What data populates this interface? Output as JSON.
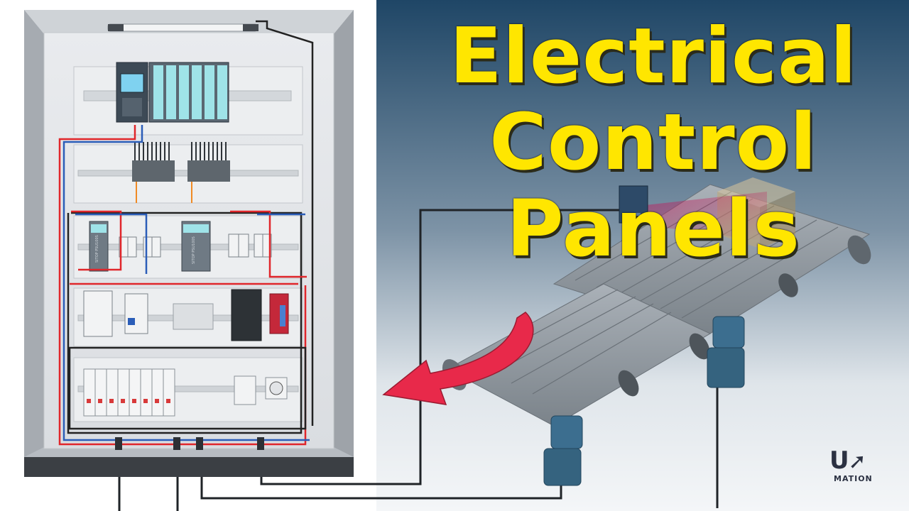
{
  "title": {
    "line1": "Electrical",
    "line2": "Control",
    "line3": "Panels"
  },
  "logo": {
    "top": "U",
    "bottom": "MATION"
  },
  "colors": {
    "title_fill": "#ffe600",
    "background_top": "#1f4666",
    "background_bottom": "#f4f6f8",
    "panel_frame": "#b7bcc2",
    "panel_base": "#3b3f44",
    "arrow": "#e8294a",
    "motor": "#3c6e8f",
    "conveyor": "#8e959c",
    "wire_red": "#e0262b",
    "wire_blue": "#2b5db8",
    "wire_black": "#222222",
    "wire_orange": "#f08a24"
  },
  "icons": {
    "plc": "plc-module-icon",
    "power_supply": "power-supply-icon",
    "sensor": "photo-sensor-icon",
    "motor": "gear-motor-icon",
    "arrow": "curved-arrow-icon",
    "logo": "upmation-logo-icon"
  }
}
